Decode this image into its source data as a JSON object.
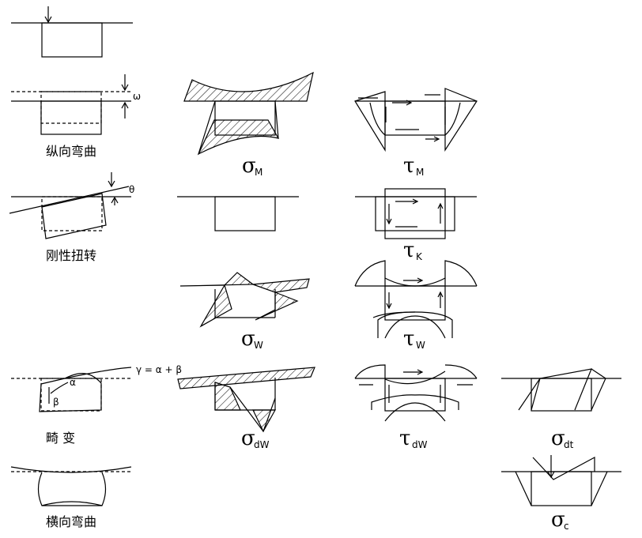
{
  "labels": {
    "longitudinal_bending": "纵向弯曲",
    "rigid_torsion": "刚性扭转",
    "distortion": "畸 变",
    "transverse_bending": "横向弯曲"
  },
  "symbols": {
    "omega": "ω",
    "theta": "θ",
    "alpha": "α",
    "beta": "β",
    "gamma_eq": "γ = α + β",
    "sigma_M": {
      "base": "σ",
      "sub": "M"
    },
    "tau_M": {
      "base": "τ",
      "sub": "M"
    },
    "tau_K": {
      "base": "τ",
      "sub": "K"
    },
    "sigma_W": {
      "base": "σ",
      "sub": "W"
    },
    "tau_W": {
      "base": "τ",
      "sub": "W"
    },
    "sigma_dW": {
      "base": "σ",
      "sub": "dW"
    },
    "tau_dW": {
      "base": "τ",
      "sub": "dW"
    },
    "sigma_dt": {
      "base": "σ",
      "sub": "dt"
    },
    "sigma_c": {
      "base": "σ",
      "sub": "c"
    }
  }
}
